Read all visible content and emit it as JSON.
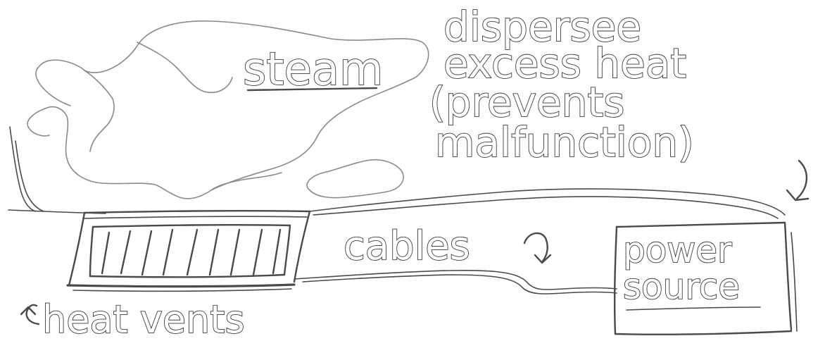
{
  "labels": {
    "steam": "steam",
    "disperse_line1": "dispersee",
    "disperse_line2": "excess heat",
    "disperse_line3": "(prevents",
    "disperse_line4": "malfunction)",
    "cables": "cables",
    "power_line1": "power",
    "power_line2": "source",
    "heat_vents": "heat vents"
  },
  "colors": {
    "ink": "#4a4a4a",
    "steam_outline": "#8a8a8a",
    "paper": "#ffffff"
  },
  "icons": {
    "cables_arrow": "curved-arrow-down-icon",
    "note_arrow": "curved-arrow-down-left-icon",
    "vents_arrow": "curved-arrow-up-left-icon"
  }
}
